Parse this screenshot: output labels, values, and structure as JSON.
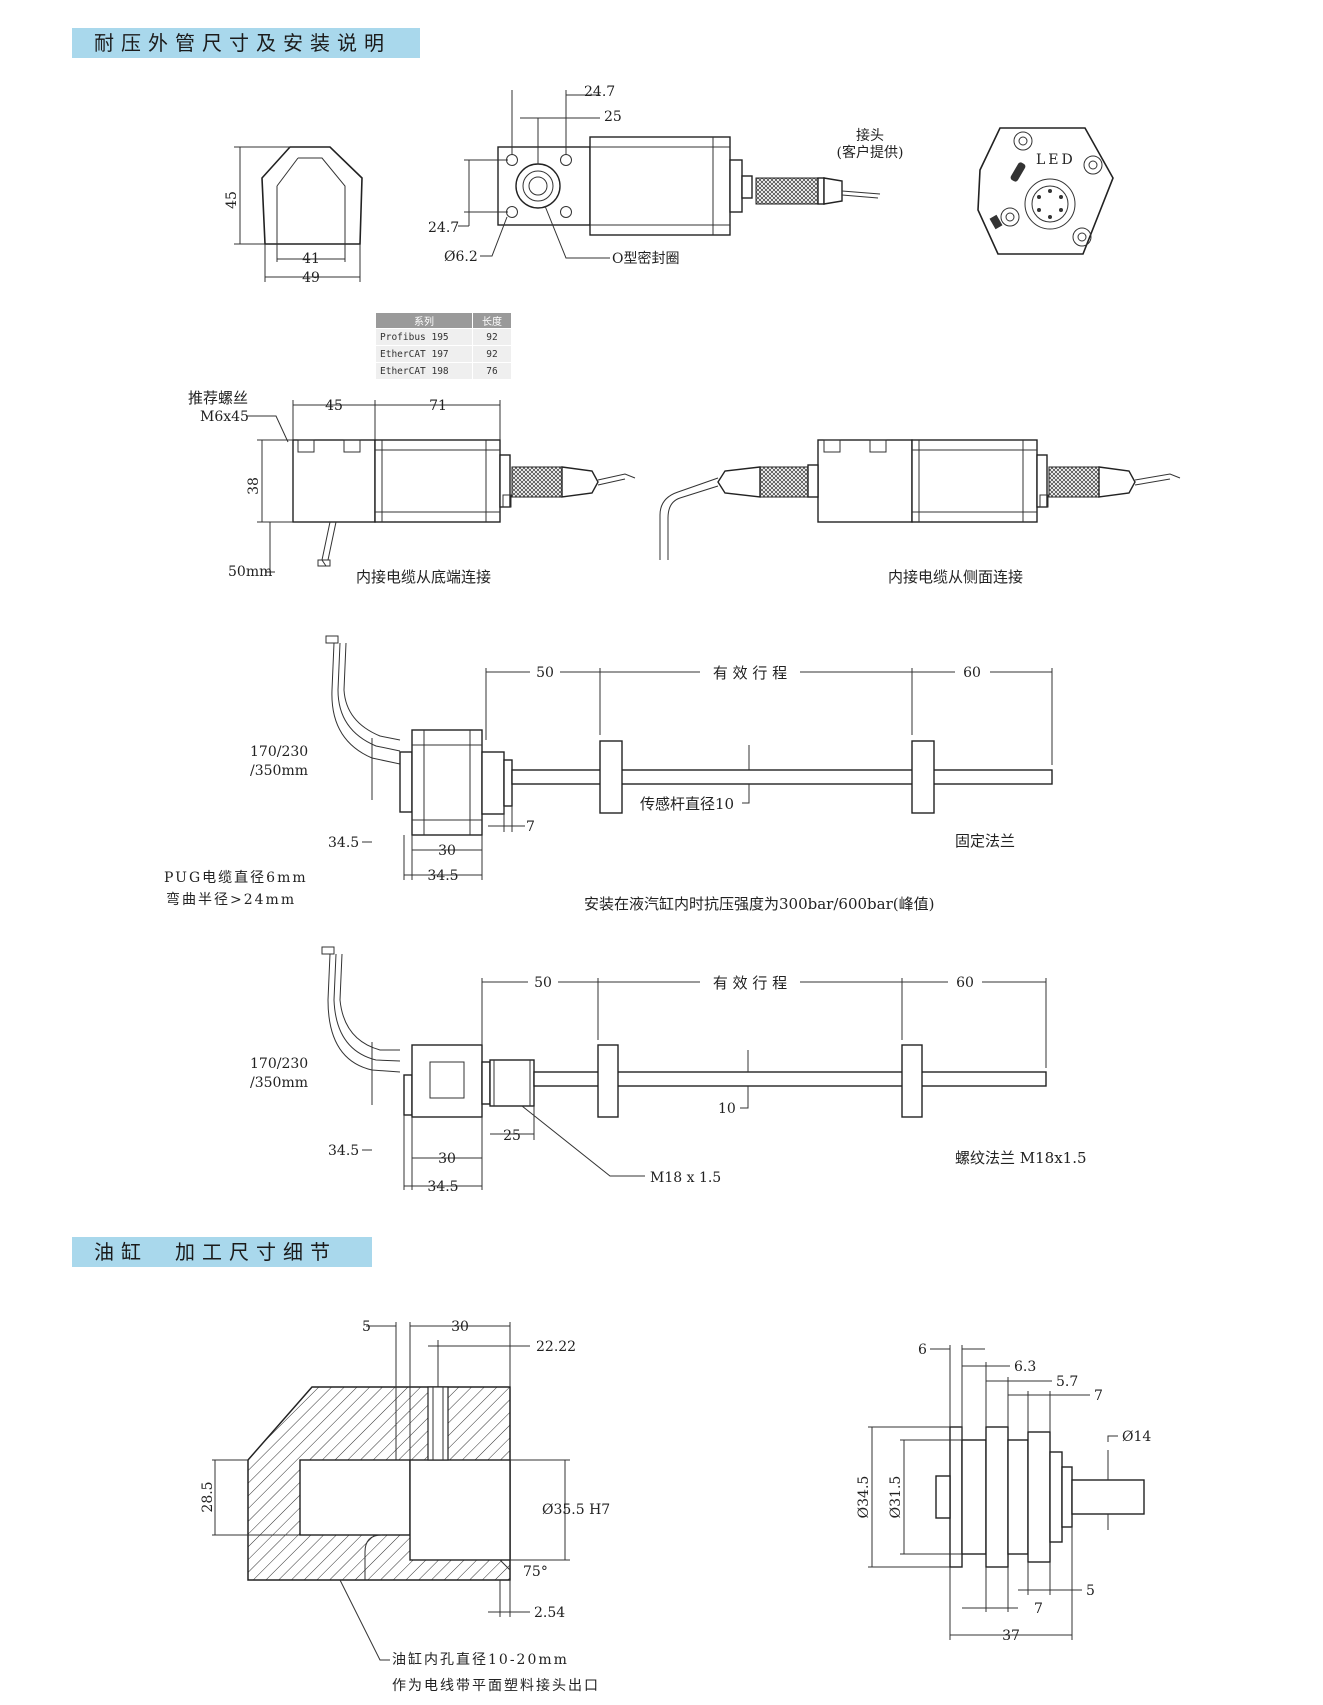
{
  "sections": {
    "top": "耐压外管尺寸及安装说明",
    "bottom": "油缸　加工尺寸细节"
  },
  "top_views": {
    "front": {
      "height": "45",
      "inner_width": "41",
      "outer_width": "49"
    },
    "side": {
      "dim_top_1": "24.7",
      "dim_top_2": "25",
      "dim_left": "24.7",
      "hole": "Ø6.2",
      "seal": "O型密封圈"
    },
    "connector_label": [
      "接头",
      "(客户提供)"
    ],
    "led": "LED"
  },
  "series_table": {
    "headers": [
      "系列",
      "长度"
    ],
    "rows": [
      {
        "name": "Profibus 195",
        "length": "92"
      },
      {
        "name": "EtherCAT 197",
        "length": "92"
      },
      {
        "name": "EtherCAT 198",
        "length": "76"
      }
    ]
  },
  "housing_views": {
    "screw_label": [
      "推荐螺丝",
      "M6x45"
    ],
    "dim_45": "45",
    "dim_71": "71",
    "dim_38": "38",
    "dim_50mm": "50mm",
    "caption_bottom": "内接电缆从底端连接",
    "caption_side": "内接电缆从侧面连接"
  },
  "sensor_1": {
    "dim_50": "50",
    "stroke": "有 效 行 程",
    "dim_60": "60",
    "cable": [
      "170/230",
      "/350mm"
    ],
    "rod": "传感杆直径10",
    "dim_7": "7",
    "dim_345a": "34.5",
    "dim_30": "30",
    "dim_345b": "34.5",
    "flange": "固定法兰",
    "pug": [
      "PUG电缆直径6mm",
      "弯曲半径>24mm"
    ],
    "pressure": "安装在液汽缸内时抗压强度为300bar/600bar(峰值)"
  },
  "sensor_2": {
    "dim_50": "50",
    "stroke": "有 效 行 程",
    "dim_60": "60",
    "cable": [
      "170/230",
      "/350mm"
    ],
    "dim_10": "10",
    "dim_25": "25",
    "dim_345a": "34.5",
    "dim_30": "30",
    "dim_345b": "34.5",
    "thread": "M18 x 1.5",
    "flange": "螺纹法兰 M18x1.5"
  },
  "cylinder": {
    "dim_5": "5",
    "dim_30": "30",
    "dim_2222": "22.22",
    "dim_285": "28.5",
    "bore": "Ø35.5 H7",
    "angle": "75°",
    "dim_254": "2.54",
    "note": [
      "油缸内孔直径10-20mm",
      "作为电线带平面塑料接头出口"
    ]
  },
  "flange_detail": {
    "dim_6": "6",
    "dim_63": "6.3",
    "dim_57": "5.7",
    "dim_7a": "7",
    "d14": "Ø14",
    "d345": "Ø34.5",
    "d315": "Ø31.5",
    "dim_5": "5",
    "dim_7b": "7",
    "dim_37": "37"
  }
}
